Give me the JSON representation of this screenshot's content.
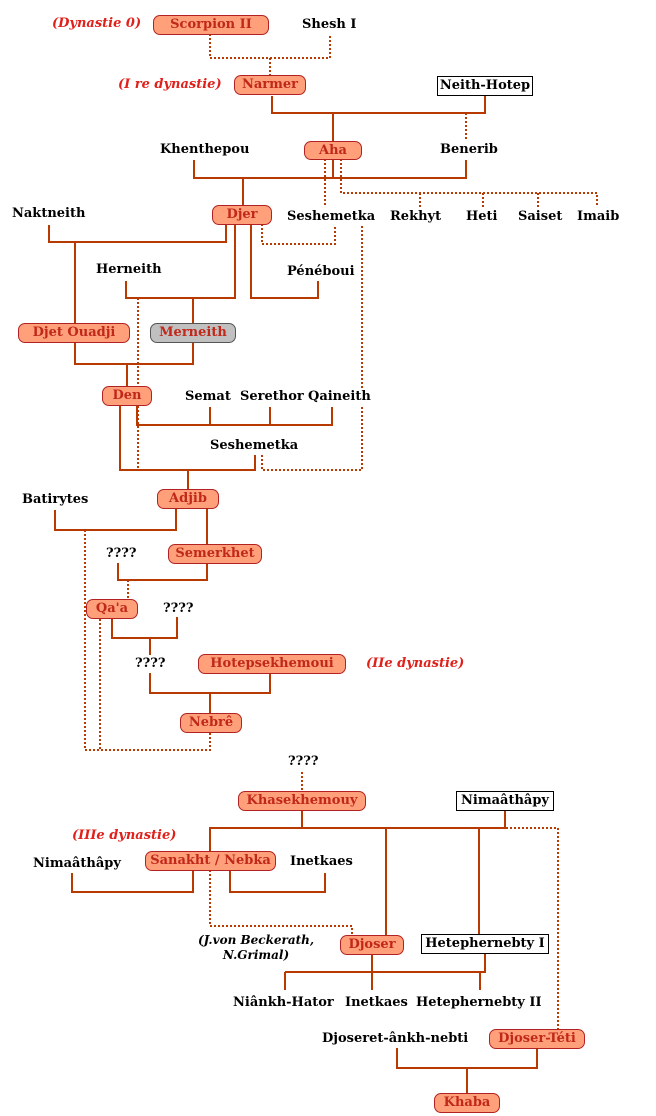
{
  "colors": {
    "line": "#b83a00",
    "king_fill": "#ffa07a",
    "king_border": "#b22222",
    "king_text": "#c0281a",
    "era_text": "#e0201a"
  },
  "eras": {
    "dyn0": "(Dynastie 0)",
    "dyn1": "(I re dynastie)",
    "dyn2": "(IIe dynastie)",
    "dyn3": "(IIIe dynastie)"
  },
  "kings": {
    "scorpion": "Scorpion II",
    "narmer": "Narmer",
    "aha": "Aha",
    "djer": "Djer",
    "djet": "Djet  Ouadji",
    "merneith": "Merneith",
    "den": "Den",
    "adjib": "Adjib",
    "semerkhet": "Semerkhet",
    "qaa": "Qa'a",
    "hotepsekhemoui": "Hotepsekhemoui",
    "nebre": "Nebrê",
    "khasekhemouy": "Khasekhemouy",
    "sanakht": "Sanakht / Nebka",
    "djoser": "Djoser",
    "djoserteti": "Djoser-Téti",
    "khaba": "Khaba"
  },
  "boxed": {
    "neithhotep": "Neith-Hotep",
    "nimaathapy_box": "Nimaâthâpy",
    "hetephernebty1": "Hetephernebty I"
  },
  "people": {
    "shesh": "Shesh I",
    "khenthepou": "Khenthepou",
    "benerib": "Benerib",
    "naktneith": "Naktneith",
    "seshemetka1": "Seshemetka",
    "rekhyt": "Rekhyt",
    "heti": "Heti",
    "saiset": "Saiset",
    "imaib": "Imaib",
    "herneith": "Herneith",
    "peneboui": "Pénéboui",
    "semat": "Semat",
    "serethor": "Serethor",
    "qaineith": "Qaineith",
    "seshemetka2": "Seshemetka",
    "batirytes": "Batirytes",
    "unk1": "????",
    "unk2": "????",
    "unk3": "????",
    "unk4": "????",
    "nimaathapy": "Nimaâthâpy",
    "inetkaes1": "Inetkaes",
    "niankhhator": "Niânkh-Hator",
    "inetkaes2": "Inetkaes",
    "hetephernebty2": "Hetephernebty II",
    "djoseret": "Djoseret-ânkh-nebti"
  },
  "note": {
    "line1": "(J.von Beckerath,",
    "line2": "N.Grimal)"
  }
}
